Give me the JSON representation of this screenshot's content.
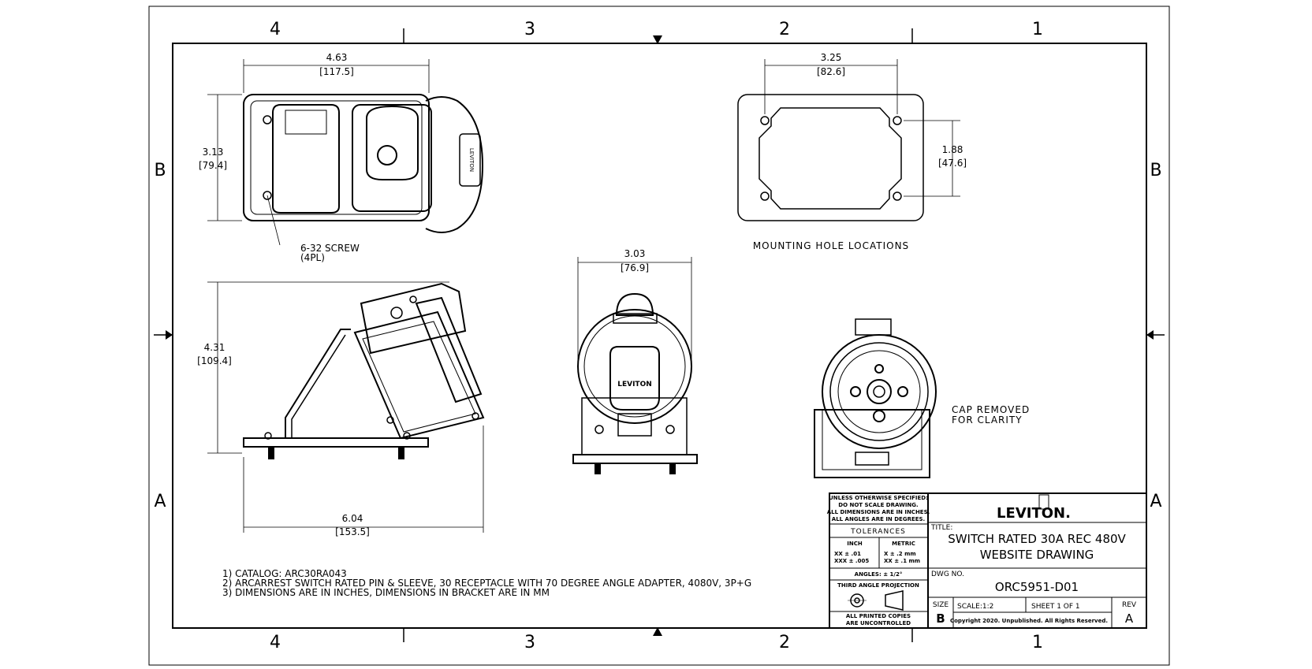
{
  "zones": {
    "columns": [
      "4",
      "3",
      "2",
      "1"
    ],
    "rows": [
      "B",
      "A"
    ]
  },
  "dimensions": {
    "top_width": "4.63",
    "top_width_mm": "[117.5]",
    "top_height": "3.13",
    "top_height_mm": "[79.4]",
    "side_height": "4.31",
    "side_height_mm": "[109.4]",
    "side_width": "6.04",
    "side_width_mm": "[153.5]",
    "front_width": "3.03",
    "front_width_mm": "[76.9]",
    "mount_width": "3.25",
    "mount_width_mm": "[82.6]",
    "mount_height": "1.88",
    "mount_height_mm": "[47.6]"
  },
  "callouts": {
    "screw_line1": "6-32 SCREW",
    "screw_line2": "(4PL)",
    "mounting": "MOUNTING HOLE LOCATIONS",
    "cap_line1": "CAP REMOVED",
    "cap_line2": "FOR CLARITY",
    "product_brand": "LEVITON",
    "side_brand": "LEVITON"
  },
  "notes": [
    "1) CATALOG: ARC30RA043",
    "2) ARCARREST SWITCH RATED PIN & SLEEVE, 30 RECEPTACLE WITH 70 DEGREE ANGLE ADAPTER, 4080V, 3P+G",
    "3) DIMENSIONS ARE IN INCHES, DIMENSIONS IN BRACKET ARE IN MM"
  ],
  "title_block": {
    "unless": [
      "UNLESS OTHERWISE SPECIFIED:",
      "DO NOT SCALE DRAWING.",
      "ALL DIMENSIONS ARE IN INCHES.",
      "ALL ANGLES ARE IN DEGREES."
    ],
    "tolerances": "TOLERANCES",
    "inch": "INCH",
    "metric": "METRIC",
    "inch_x": "XX   ± .01",
    "inch_xx": "XXX  ± .005",
    "metric_x": "X     ± .2 mm",
    "metric_xx": "XX   ± .1 mm",
    "angles": "ANGLES: ± 1/2°",
    "projection": "THIRD ANGLE PROJECTION",
    "copies1": "ALL PRINTED COPIES",
    "copies2": "ARE UNCONTROLLED",
    "logo": "LEVITON.",
    "title_label": "TITLE:",
    "title1": "SWITCH RATED 30A REC 480V",
    "title2": "WEBSITE DRAWING",
    "dwg_label": "DWG NO.",
    "dwg_no": "ORC5951-D01",
    "size_label": "SIZE",
    "size": "B",
    "scale": "SCALE:1:2",
    "sheet": "SHEET 1 OF 1",
    "rev_label": "REV",
    "rev": "A",
    "copyright": "Copyright 2020. Unpublished. All Rights Reserved."
  }
}
